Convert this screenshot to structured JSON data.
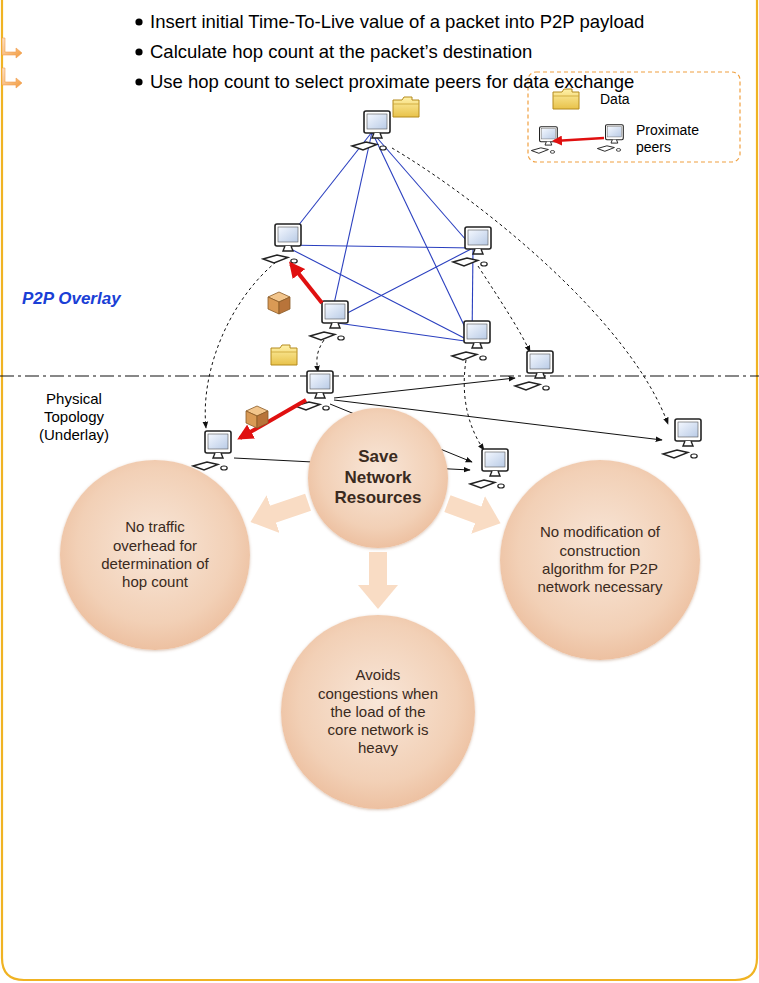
{
  "diagram": {
    "nodes": [
      {
        "text": [
          "Save Network Resources"
        ]
      },
      {
        "text": [
          "No traffic overhead for determination of hop count"
        ]
      },
      {
        "text": [
          "No modification of construction algorithm for P2P network necessary"
        ]
      },
      {
        "text": [
          "Avoids congestions when the load of the core network is heavy"
        ]
      }
    ],
    "edges": [
      {
        "from": 0,
        "to": 1,
        "arrow": "to"
      },
      {
        "from": 0,
        "to": 2,
        "arrow": "to"
      },
      {
        "from": 0,
        "to": 3,
        "arrow": "to"
      }
    ],
    "labels": [
      "Insert initial Time-To-Live value of a packet into P2P payload",
      "Calculate hop count at the packet’s destination",
      "Use hop count to select proximate peers for data exchange",
      "P2P Overlay",
      "Physical Topology (Underlay)"
    ],
    "legend": [
      {
        "text": "Data"
      },
      {
        "text": "Proximate peers"
      }
    ]
  }
}
